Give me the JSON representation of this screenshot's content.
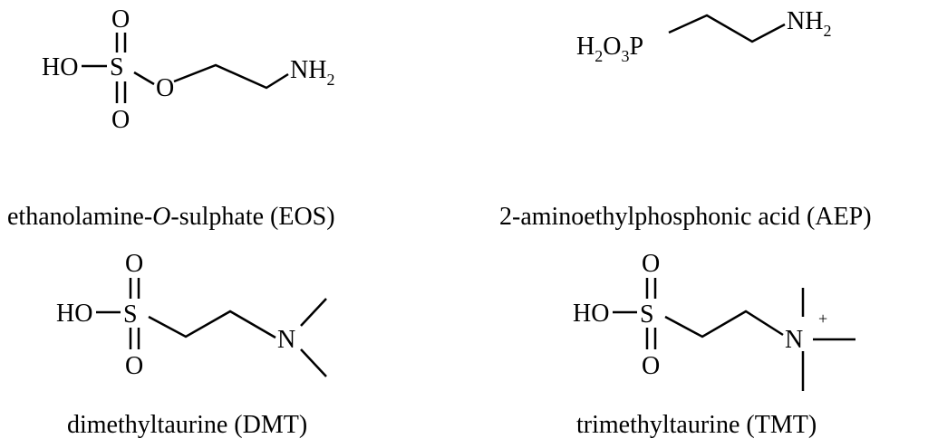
{
  "atoms": {
    "ho": "HO",
    "s": "S",
    "o": "O",
    "n": "N",
    "nh": "NH",
    "h": "H",
    "p": "P",
    "sub2": "2",
    "sub3": "3",
    "plus": "+"
  },
  "captions": {
    "eos_pre": "ethanolamine-",
    "eos_italic": "O",
    "eos_post": "-sulphate (EOS)",
    "aep": "2-aminoethylphosphonic acid (AEP)",
    "dmt": "dimethyltaurine (DMT)",
    "tmt": "trimethyltaurine (TMT)"
  }
}
